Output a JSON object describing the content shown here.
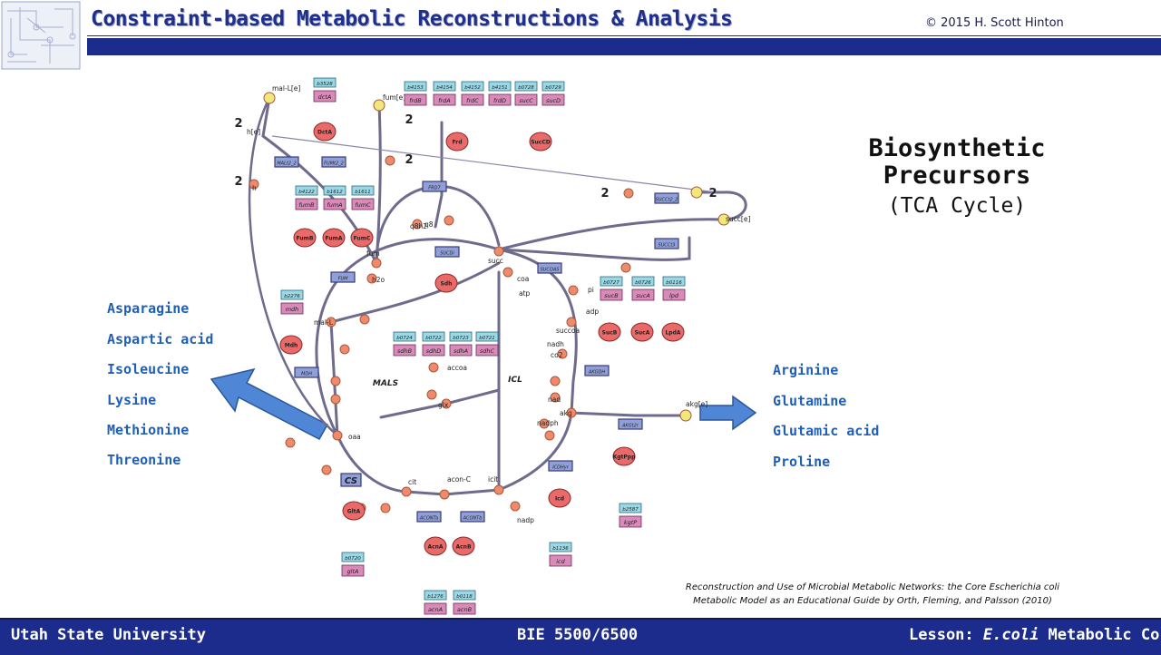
{
  "header": {
    "title": "Constraint-based Metabolic Reconstructions & Analysis",
    "copyright": "© 2015 H. Scott Hinton"
  },
  "slide": {
    "heading_line1": "Biosynthetic",
    "heading_line2": "Precursors",
    "subheading": "(TCA Cycle)",
    "left_amino_acids": [
      "Asparagine",
      "Aspartic acid",
      "Isoleucine",
      "Lysine",
      "Methionine",
      "Threonine"
    ],
    "right_amino_acids": [
      "Arginine",
      "Glutamine",
      "Glutamic acid",
      "Proline"
    ],
    "reference": "Reconstruction and Use of Microbial Metabolic Networks: the Core Escherichia coli Metabolic Model as an Educational Guide by Orth, Fleming, and Palsson (2010)"
  },
  "footer": {
    "left": "Utah State University",
    "center": "BIE 5500/6500",
    "right_prefix": "Lesson: ",
    "right_italic": "E.coli",
    "right_suffix": " Metabolic Core"
  },
  "diagram": {
    "genes": [
      "b3528",
      "b4153",
      "b4154",
      "b4152",
      "b4151",
      "b0728",
      "b0729",
      "b4122",
      "b1612",
      "b1611",
      "b2276",
      "b0724",
      "b0722",
      "b0723",
      "b0721",
      "b0727",
      "b0726",
      "b0116",
      "b2587",
      "b1136",
      "b0720",
      "b1276",
      "b0118"
    ],
    "gene_names": [
      "dctA",
      "frdB",
      "frdA",
      "frdC",
      "frdD",
      "sucC",
      "sucD",
      "fumB",
      "fumA",
      "fumC",
      "mdh",
      "sdhB",
      "sdhD",
      "sdhA",
      "sdhC",
      "sucB",
      "sucA",
      "lpd",
      "kgtP",
      "icd",
      "gltA",
      "acnA",
      "acnB"
    ],
    "proteins": [
      "DctA",
      "Frd",
      "SucCD",
      "FumB",
      "FumA",
      "FumC",
      "Sdh",
      "Mdh",
      "GltA",
      "AcnA",
      "AcnB",
      "Icd",
      "SucB",
      "SucA",
      "LpdA",
      "KgtPpp"
    ],
    "reactions": [
      "MALt2_2",
      "FUMt2_2",
      "FRD7",
      "FUM",
      "SUCDi",
      "SUCOAS",
      "SUCCt2_2",
      "SUCCt3",
      "AKGDH",
      "AKGt2r",
      "ICDHyr",
      "MDH",
      "MALS",
      "ICL",
      "CS",
      "ACONTa",
      "ACONTb"
    ],
    "metabolites": [
      "mal-L[e]",
      "fum[e]",
      "h[e]",
      "h",
      "fum",
      "q8",
      "q8h2",
      "succ",
      "succ[e]",
      "coa",
      "atp",
      "pi",
      "adp",
      "succoa",
      "nadh",
      "co2",
      "nad",
      "mal-L",
      "h2o",
      "accoa",
      "glx",
      "oaa",
      "cit",
      "acon-C",
      "icit",
      "nadp",
      "nadph",
      "akg",
      "akg[e]"
    ],
    "stoich": [
      "2",
      "2",
      "2",
      "2",
      "2",
      "2"
    ]
  }
}
